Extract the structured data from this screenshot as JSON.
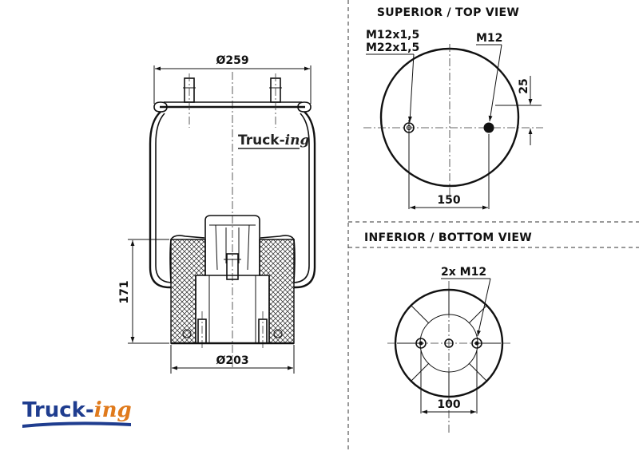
{
  "views": {
    "top_title": "SUPERIOR / TOP VIEW",
    "bottom_title": "INFERIOR / BOTTOM VIEW"
  },
  "side": {
    "dia_top": "Ø259",
    "dia_bottom": "Ø203",
    "height": "171"
  },
  "top_view": {
    "thread_a": "M12x1,5",
    "thread_b": "M22x1,5",
    "thread_c": "M12",
    "offset": "25",
    "spacing": "150"
  },
  "bottom_view": {
    "threads": "2x M12",
    "spacing": "100"
  },
  "logo": {
    "part1": "Truck-",
    "part2": "ing"
  },
  "colors": {
    "logo_blue": "#1f3d8f",
    "logo_orange": "#e07a1c",
    "lines": "#111111"
  }
}
